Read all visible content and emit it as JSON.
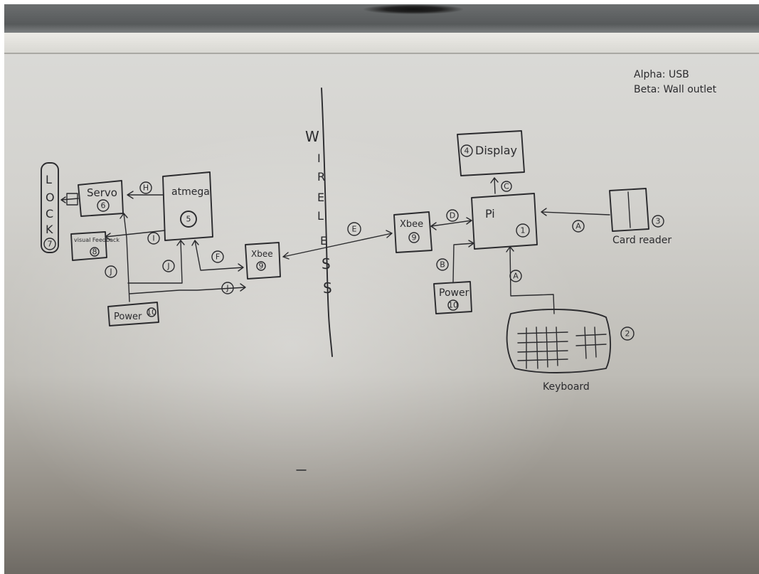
{
  "legend": {
    "alpha": "Alpha: USB",
    "beta": "Beta: Wall outlet"
  },
  "wireless_letters": [
    "W",
    "I",
    "R",
    "E",
    "L",
    "E",
    "S",
    "S"
  ],
  "lock_letters": [
    "L",
    "O",
    "C",
    "K"
  ],
  "lock_number": "7",
  "nodes": {
    "servo": {
      "label": "Servo",
      "number": "6"
    },
    "atmega": {
      "label": "atmega",
      "number": "5"
    },
    "visual_feedback": {
      "label": "visual Feedback",
      "number": "8"
    },
    "xbee_left": {
      "label": "Xbee",
      "number": "9"
    },
    "power_left": {
      "label": "Power",
      "number": "10"
    },
    "xbee_right": {
      "label": "Xbee",
      "number": "9"
    },
    "pi": {
      "label": "Pi",
      "number": "1"
    },
    "display": {
      "label": "Display",
      "number": "4"
    },
    "card_reader": {
      "label": "Card reader",
      "number": "3"
    },
    "power_right": {
      "label": "Power",
      "number": "10"
    },
    "keyboard": {
      "label": "Keyboard",
      "number": "2"
    }
  },
  "connections": {
    "h": "H",
    "i": "I",
    "j_left": "J",
    "j_mid": "J",
    "j_bottom": "J",
    "f": "F",
    "e": "E",
    "d": "D",
    "c": "C",
    "a_card": "A",
    "a_keyboard": "A",
    "b": "B"
  }
}
